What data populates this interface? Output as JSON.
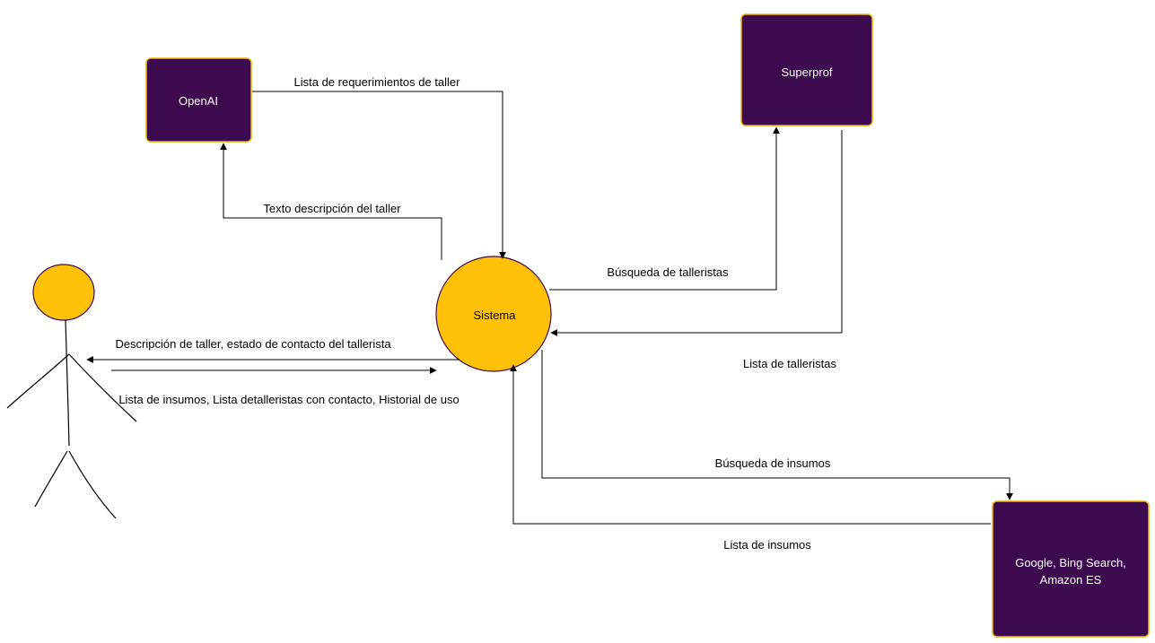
{
  "colors": {
    "external_box_fill": "#3d0a4f",
    "external_box_border": "#f0b400",
    "process_fill": "#ffc107",
    "process_border": "#3d0a4f",
    "actor_head_fill": "#ffc107",
    "line": "#000000"
  },
  "nodes": {
    "openai": "OpenAI",
    "superprof": "Superprof",
    "search": {
      "line1": "Google, Bing Search,",
      "line2": "Amazon ES"
    },
    "sistema": "Sistema"
  },
  "edges": {
    "requirements": "Lista de requerimientos de taller",
    "description_text": "Texto descripción del taller",
    "tallerista_search": "Búsqueda de talleristas",
    "tallerista_list": "Lista de talleristas",
    "user_in": "Descripción de taller, estado de contacto del tallerista",
    "user_out": "Lista de insumos, Lista detalleristas con contacto, Historial de uso",
    "supplies_search": "Búsqueda de insumos",
    "supplies_list": "Lista de insumos"
  }
}
